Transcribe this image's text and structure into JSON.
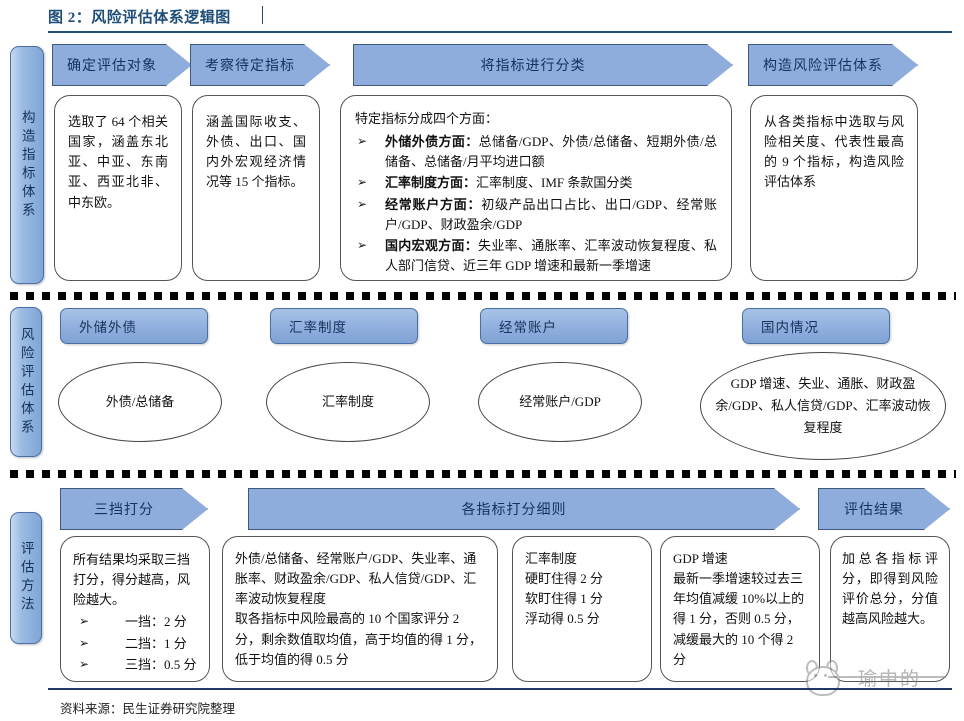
{
  "title": {
    "text": "图 2：风险评估体系逻辑图"
  },
  "source": {
    "text": "资料来源：民生证券研究院整理"
  },
  "watermark": {
    "text": "瑜中的"
  },
  "stages": [
    {
      "key": "stage1",
      "vertical_label": "构造指标体系"
    },
    {
      "key": "stage2",
      "vertical_label": "风险评估体系"
    },
    {
      "key": "stage3",
      "vertical_label": "评估方法"
    }
  ],
  "row1": {
    "arrows": [
      {
        "label": "确定评估对象"
      },
      {
        "label": "考察待定指标"
      },
      {
        "label": "将指标进行分类"
      },
      {
        "label": "构造风险评估体系"
      }
    ],
    "cards": {
      "card1": "选取了 64 个相关国家，涵盖东北亚、中亚、东南亚、西亚北非、中东欧。",
      "card2": "涵盖国际收支、外债、出口、国内外宏观经济情况等 15 个指标。",
      "card3": {
        "intro": "特定指标分成四个方面：",
        "bullets": [
          {
            "marker": "➢",
            "title": "外储外债方面：",
            "body": "总储备/GDP、外债/总储备、短期外债/总储备、总储备/月平均进口额"
          },
          {
            "marker": "➢",
            "title": "汇率制度方面：",
            "body": "汇率制度、IMF 条款国分类"
          },
          {
            "marker": "➢",
            "title": "经常账户方面：",
            "body": "初级产品出口占比、出口/GDP、经常账户/GDP、财政盈余/GDP"
          },
          {
            "marker": "➢",
            "title": "国内宏观方面：",
            "body": "失业率、通胀率、汇率波动恢复程度、私人部门信贷、近三年 GDP 增速和最新一季增速"
          }
        ]
      },
      "card4": "从各类指标中选取与风险相关度、代表性最高的 9 个指标，构造风险评估体系"
    }
  },
  "row2": {
    "headers": [
      {
        "label": "外储外债"
      },
      {
        "label": "汇率制度"
      },
      {
        "label": "经常账户"
      },
      {
        "label": "国内情况"
      }
    ],
    "ellipses": [
      {
        "text": "外债/总储备"
      },
      {
        "text": "汇率制度"
      },
      {
        "text": "经常账户/GDP"
      },
      {
        "text": "GDP 增速、失业、通胀、财政盈余/GDP、私人信贷/GDP、汇率波动恢复程度"
      }
    ]
  },
  "row3": {
    "arrows": [
      {
        "label": "三挡打分"
      },
      {
        "label": "各指标打分细则"
      },
      {
        "label": "评估结果"
      }
    ],
    "cards": {
      "card1": {
        "intro": "所有结果均采取三挡打分，得分越高，风险越大。",
        "bullets": [
          {
            "marker": "➢",
            "text": "一挡：2 分"
          },
          {
            "marker": "➢",
            "text": "二挡：1 分"
          },
          {
            "marker": "➢",
            "text": "三挡：0.5 分"
          }
        ]
      },
      "card2": {
        "line1": "外债/总储备、经常账户/GDP、失业率、通胀率、财政盈余/GDP、私人信贷/GDP、汇率波动恢复程度",
        "line2": "取各指标中风险最高的 10 个国家评分 2 分，剩余数值取均值，高于均值的得 1 分，低于均值的得 0.5 分"
      },
      "card3": {
        "line1": "汇率制度",
        "line2": "硬盯住得 2 分",
        "line3": "软盯住得 1 分",
        "line4": "浮动得 0.5 分"
      },
      "card4": {
        "line1": "GDP 增速",
        "line2": "最新一季增速较过去三年均值减缓 10%以上的得 1 分，否则 0.5 分，减缓最大的 10 个得 2 分"
      },
      "card5": "加总各指标评分，即得到风险评价总分，分值越高风险越大。"
    }
  },
  "colors": {
    "accent_blue": "#8EADDC",
    "accent_border": "#41597A",
    "title_blue": "#1F4E79",
    "card_border": "#555555"
  }
}
